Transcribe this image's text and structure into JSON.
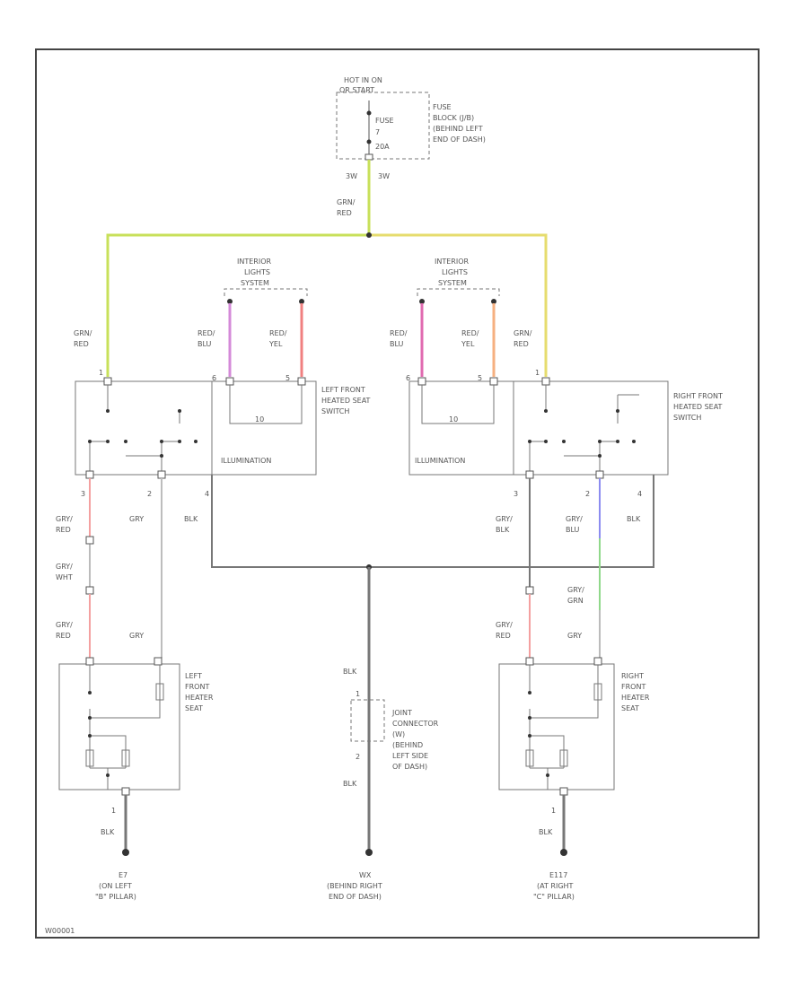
{
  "colors": {
    "grn_red": "#c8e05a",
    "grn_red_alt": "#e6dc6e",
    "red_blu": "#d48ad8",
    "red_blu_alt": "#e06ab0",
    "red_yel": "#f08080",
    "red_yel_alt": "#f6b080",
    "gry_red": "#f4a0a0",
    "gry": "#bdbdbd",
    "blk": "#777777",
    "gry_blu": "#8c8cf0",
    "gry_grn": "#90d88a"
  },
  "fuse": {
    "header": "HOT IN ON",
    "header2": "OR START",
    "name": "FUSE",
    "number": "7",
    "rating": "20A",
    "block_lines": [
      "FUSE",
      "BLOCK (J/B)",
      "(BEHIND LEFT",
      "END OF DASH)"
    ],
    "pin_left": "3W",
    "pin_right": "3W"
  },
  "wires": {
    "grn_red": [
      "GRN/",
      "RED"
    ],
    "red_blu": [
      "RED/",
      "BLU"
    ],
    "red_yel": [
      "RED/",
      "YEL"
    ],
    "gry_red": [
      "GRY/",
      "RED"
    ],
    "gry_wht": [
      "GRY/",
      "WHT"
    ],
    "gry": "GRY",
    "blk": "BLK",
    "gry_blk": [
      "GRY/",
      "BLK"
    ],
    "gry_blu": [
      "GRY/",
      "BLU"
    ],
    "gry_grn": [
      "GRY/",
      "GRN"
    ]
  },
  "interior_lights": [
    "INTERIOR",
    "LIGHTS",
    "SYSTEM"
  ],
  "left_switch": {
    "label_lines": [
      "LEFT FRONT",
      "HEATED SEAT",
      "SWITCH"
    ],
    "illumination": "ILLUMINATION",
    "pins_top": [
      "1",
      "6",
      "5"
    ],
    "pins_bottom": [
      "3",
      "2",
      "4"
    ],
    "dimmer": "10"
  },
  "right_switch": {
    "label_lines": [
      "RIGHT FRONT",
      "HEATED SEAT",
      "SWITCH"
    ],
    "illumination": "ILLUMINATION",
    "pins_top": [
      "6",
      "5",
      "1"
    ],
    "pins_bottom": [
      "3",
      "2",
      "4"
    ],
    "dimmer": "10"
  },
  "left_seat": {
    "label_lines": [
      "LEFT",
      "FRONT",
      "HEATER",
      "SEAT"
    ],
    "pin_ground": "1"
  },
  "right_seat": {
    "label_lines": [
      "RIGHT",
      "FRONT",
      "HEATER",
      "SEAT"
    ],
    "pin_ground": "1"
  },
  "joint_connector": {
    "label_lines": [
      "JOINT",
      "CONNECTOR",
      "(W)",
      "(BEHIND",
      "LEFT SIDE",
      "OF DASH)"
    ],
    "pin_top": "1",
    "pin_bottom": "2"
  },
  "grounds": [
    {
      "id": "E7",
      "lines": [
        "(ON LEFT",
        "\"B\" PILLAR)"
      ]
    },
    {
      "id": "WX",
      "lines": [
        "(BEHIND RIGHT",
        "END OF DASH)"
      ]
    },
    {
      "id": "E117",
      "lines": [
        "(AT RIGHT",
        "\"C\" PILLAR)"
      ]
    }
  ],
  "figure_id": "W00001"
}
